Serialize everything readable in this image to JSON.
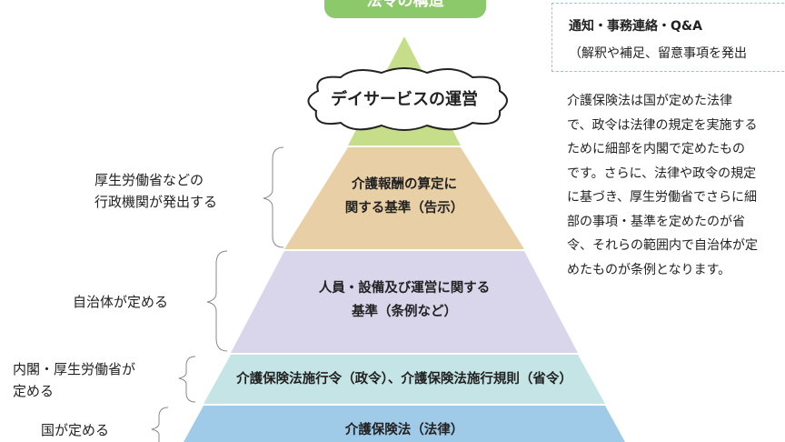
{
  "title": "法令の構造",
  "notice": {
    "line1": "通知・事務連絡・Q&A",
    "line2": "（解釈や補足、留意事項を発出"
  },
  "description": [
    "介護保険法は国が定めた法律",
    "で、政令は法律の規定を実施する",
    "ために細部を内閣で定めたもの",
    "です。さらに、法律や政令の規定",
    "に基づき、厚生労働省でさらに細",
    "部の事項・基準を定めたのが省",
    "令、それらの範囲内で自治体が定",
    "めたものが条例となります。"
  ],
  "cloud": "デイサービスの運営",
  "layers": [
    {
      "line1": "介護報酬の算定に",
      "line2": "関する基準（告示）"
    },
    {
      "line1": "人員・設備及び運営に関する",
      "line2": "基準（条例など）"
    },
    {
      "line1": "介護保険法施行令（政令）、介護保険法施行規則（省令）"
    },
    {
      "line1": "介護保険法（法律）"
    }
  ],
  "side_labels": [
    {
      "line1": "厚生労働省などの",
      "line2": "行政機関が発出する"
    },
    {
      "line1": "自治体が定める"
    },
    {
      "line1": "内閣・厚生労働省が",
      "line2": "定める"
    },
    {
      "line1": "国が定める"
    }
  ],
  "colors": {
    "top": "#c6dd8a",
    "tan": "#e8cfa6",
    "lavender": "#d9d6ec",
    "teal": "#c4e4e6",
    "blue": "#9fcbe9",
    "title_bg": "#8cc96a"
  }
}
